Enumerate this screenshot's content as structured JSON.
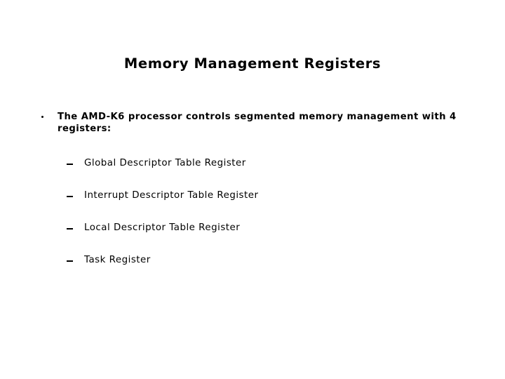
{
  "slide": {
    "title": "Memory Management Registers",
    "background_color": "#ffffff",
    "text_color": "#000000",
    "bullets": [
      {
        "level": 1,
        "marker": "dot-bullet",
        "text": "The AMD-K6 processor controls segmented memory management with 4 registers:"
      }
    ],
    "sub_bullets": [
      {
        "level": 2,
        "marker": "dash-bullet",
        "text": "Global Descriptor Table Register"
      },
      {
        "level": 2,
        "marker": "dash-bullet",
        "text": "Interrupt Descriptor Table Register"
      },
      {
        "level": 2,
        "marker": "dash-bullet",
        "text": "Local Descriptor Table Register"
      },
      {
        "level": 2,
        "marker": "dash-bullet",
        "text": "Task Register"
      }
    ]
  }
}
